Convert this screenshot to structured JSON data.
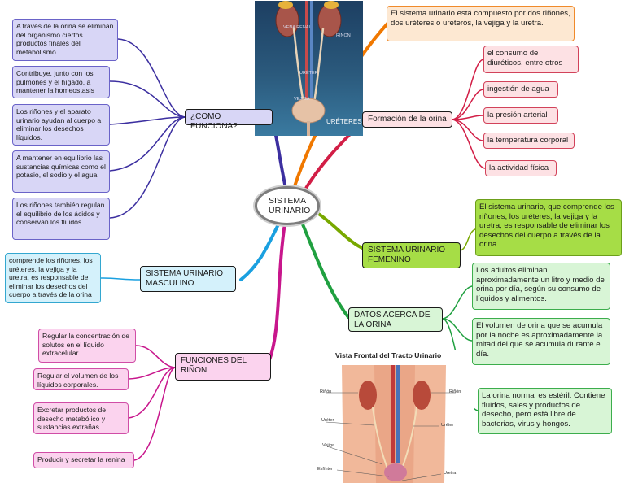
{
  "central": "SISTEMA URINARIO",
  "como": {
    "title": "¿COMO FUNCIONA?",
    "items": [
      "A través de la orina se eliminan del organismo ciertos productos finales del metabolismo.",
      "Contribuye, junto con los pulmones y el hígado, a mantener la homeostasis",
      "Los riñones y el aparato urinario ayudan al cuerpo a eliminar los desechos líquidos.",
      "A mantener en equilibrio las sustancias químicas como el potasio, el sodio y el agua.",
      "Los riñones también regulan el equilibrio de los ácidos y conservan los fluidos."
    ]
  },
  "masculino": {
    "title": "SISTEMA URINARIO MASCULINO",
    "text": "comprende los riñones, los uréteres, la vejiga y la uretra, es responsable de eliminar los desechos del cuerpo a través de la orina"
  },
  "funciones": {
    "title": "FUNCIONES DEL RIÑON",
    "items": [
      "Regular la concentración de solutos en el líquido extracelular.",
      "Regular el volumen de los líquidos corporales.",
      "Excretar productos de desecho metabólico y sustancias extrañas.",
      "Producir y secretar la renina"
    ]
  },
  "compuesto": "El sistema urinario está compuesto por dos riñones, dos uréteres o ureteros, la vejiga y la uretra.",
  "formacion": {
    "title": "Formación de la orina",
    "items": [
      "el consumo de diuréticos, entre otros",
      "ingestión de agua",
      "la presión arterial",
      "la temperatura corporal",
      "la actividad física"
    ]
  },
  "femenino": {
    "title": "SISTEMA URINARIO FEMENINO",
    "text": "El sistema urinario, que comprende los riñones, los uréteres, la vejiga y la uretra, es responsable de eliminar los desechos del cuerpo a través de la orina."
  },
  "datos": {
    "title": "DATOS ACERCA DE LA ORINA",
    "items": [
      "Los adultos eliminan aproximadamente un litro y medio de orina por día, según su consumo de líquidos y alimentos.",
      "El volumen de orina que se acumula por la noche es aproximadamente la mitad del que se acumula durante el día.",
      "La orina normal es estéril. Contiene fluidos, sales y productos de desecho, pero está libre de bacterias, virus y hongos."
    ]
  },
  "top_image": {
    "ureteres_label": "URÉTERES",
    "label_vena": "VENA RENAL",
    "label_rinon": "RIÑÓN",
    "label_ureter": "URÉTER",
    "label_vejiga": "VEJIGA"
  },
  "bottom_image": {
    "title": "Vista Frontal del Tracto Urinario",
    "labels": [
      "Riñón",
      "Riñón",
      "Uréter",
      "Uréter",
      "Vejiga",
      "Esfínter",
      "Uretra"
    ]
  },
  "colors": {
    "purple": "#3c2fa0",
    "blue": "#1aa0e0",
    "pink": "#c8168c",
    "red": "#d21e46",
    "orange": "#f07800",
    "lime": "#78a800",
    "green": "#20a040"
  }
}
